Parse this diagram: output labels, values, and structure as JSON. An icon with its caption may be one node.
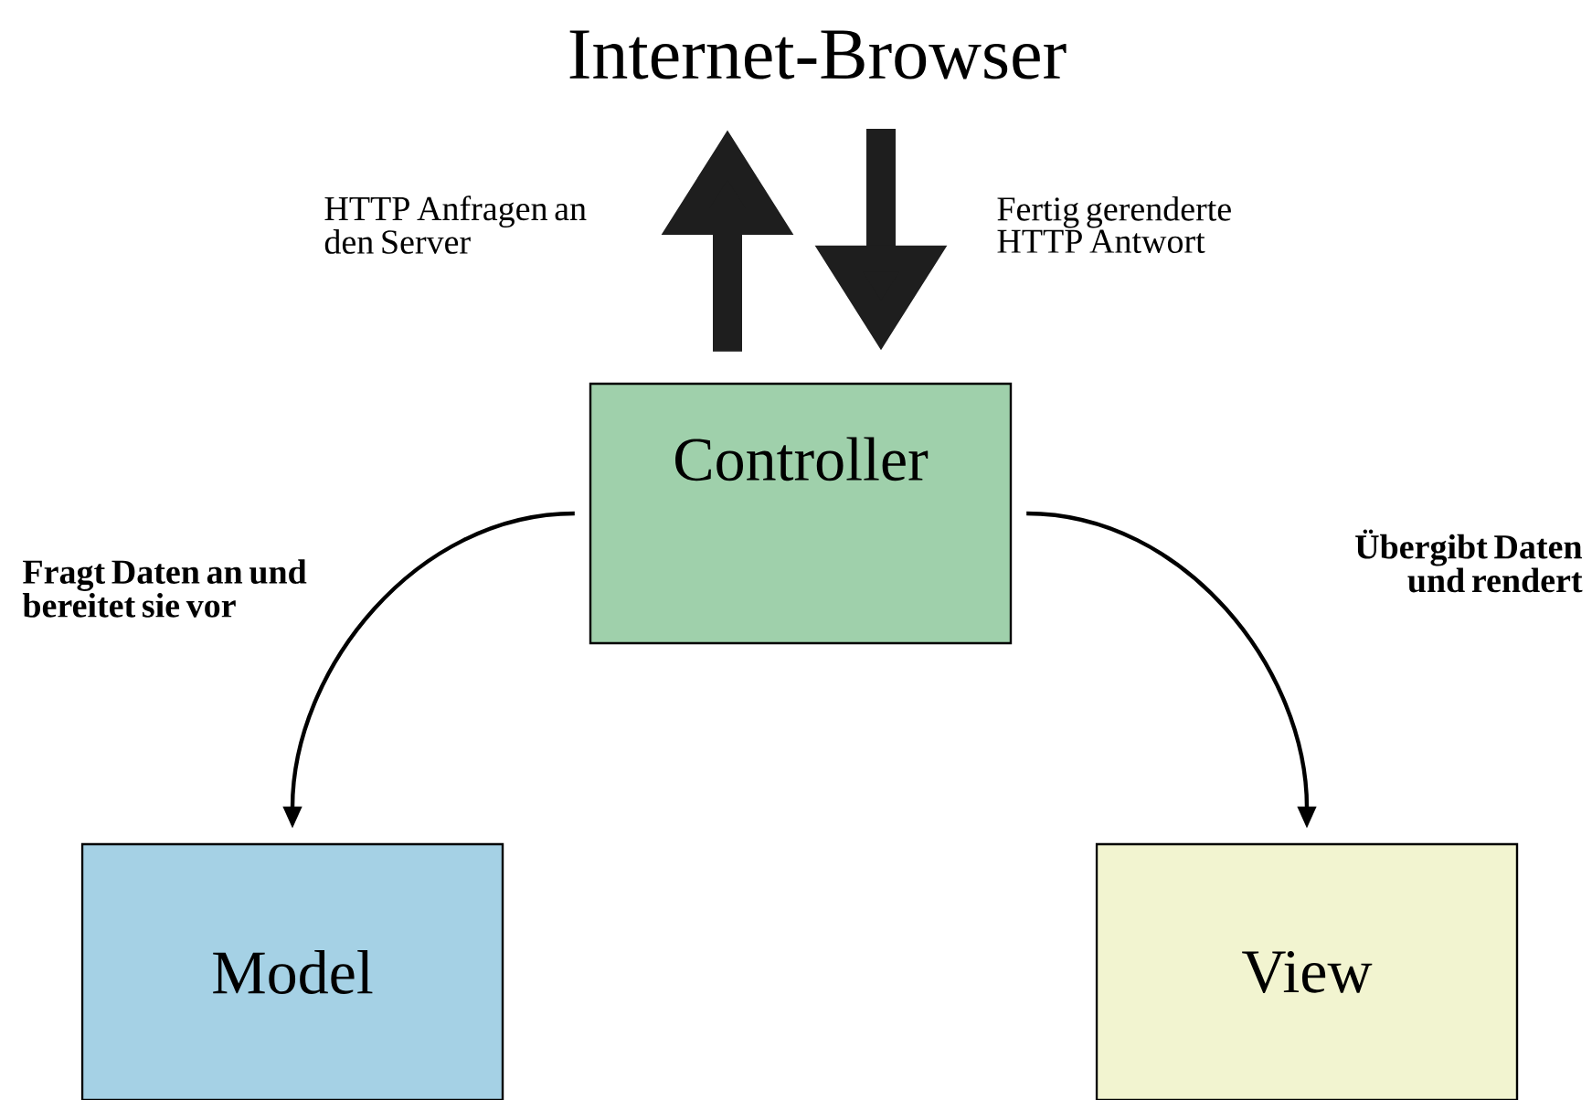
{
  "diagram": {
    "nodes": [
      {
        "text": [
          "Internet-Browser"
        ]
      },
      {
        "text": [
          "Controller"
        ]
      },
      {
        "text": [
          "Model"
        ]
      },
      {
        "text": [
          "View"
        ]
      }
    ],
    "edges": [
      {
        "from": 1,
        "to": 0,
        "arrow": "to",
        "style": "thick",
        "label": "HTTP Anfragen an den Server"
      },
      {
        "from": 0,
        "to": 1,
        "arrow": "to",
        "style": "thick",
        "label": "Fertig gerenderte HTTP Antwort"
      },
      {
        "from": 1,
        "to": 2,
        "arrow": "to",
        "label": "Fragt Daten an und bereitet sie vor"
      },
      {
        "from": 1,
        "to": 3,
        "arrow": "to",
        "label": "Übergibt Daten und rendert"
      }
    ]
  }
}
